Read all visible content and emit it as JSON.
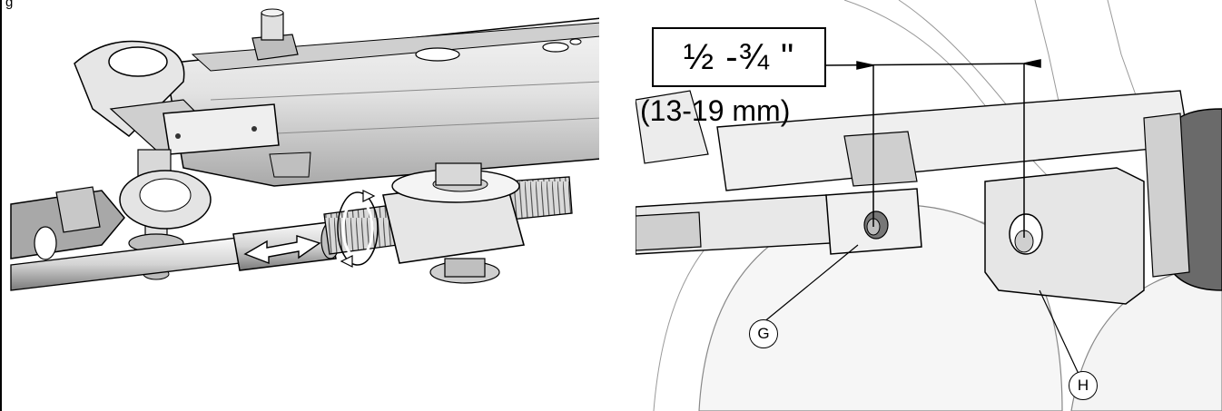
{
  "figure": {
    "label": "g",
    "measurement_fraction": "½ -¾ \"",
    "measurement_metric": "(13-19 mm)",
    "callouts": {
      "g": "G",
      "h": "H"
    }
  },
  "colors": {
    "line": "#000000",
    "metal_light": "#e8e8e8",
    "metal_mid": "#c8c8c8",
    "metal_dark": "#8a8a8a",
    "shadow": "#555555",
    "background": "#ffffff"
  }
}
